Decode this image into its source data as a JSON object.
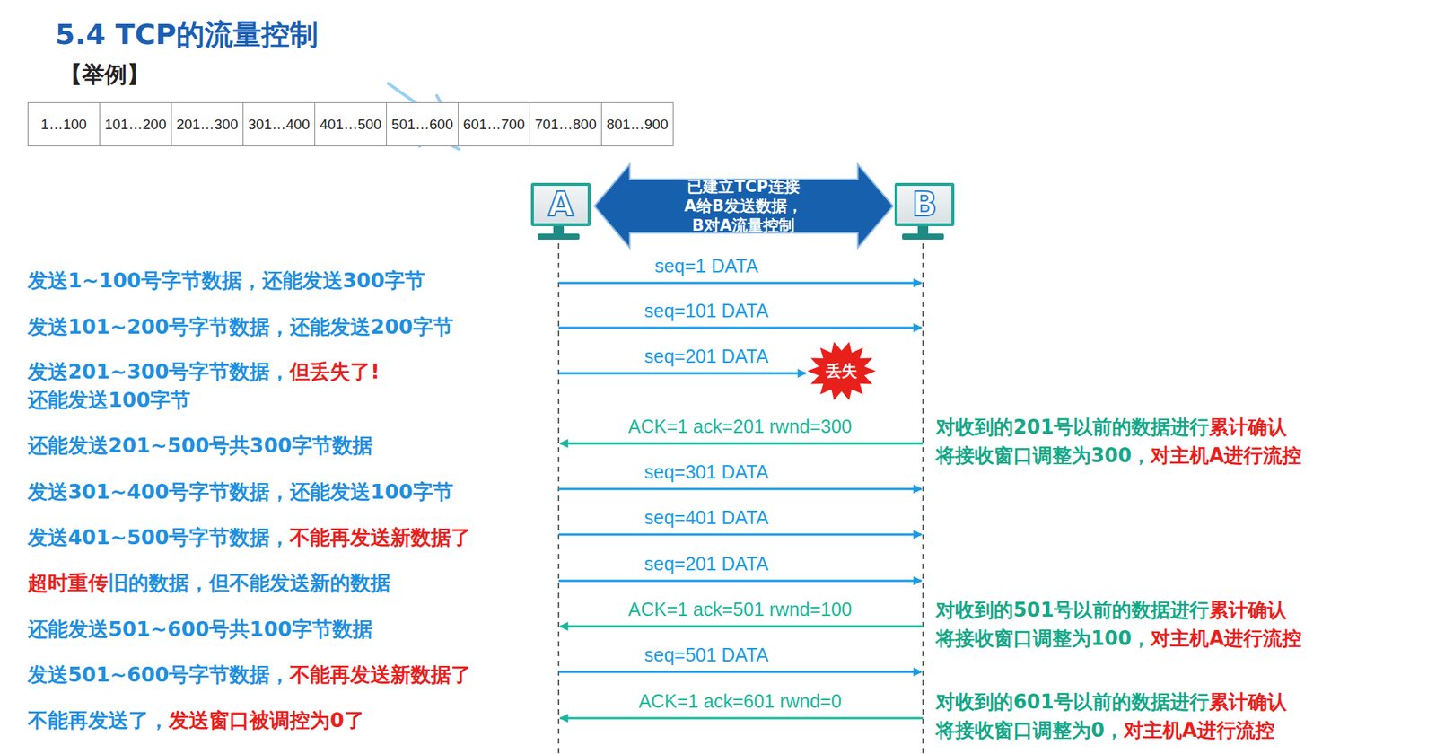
{
  "diagram": {
    "title": "5.4 TCP的流量控制",
    "nodes": [
      {
        "text": [
          "1…100"
        ]
      },
      {
        "text": [
          "101…200"
        ]
      },
      {
        "text": [
          "201…300"
        ]
      },
      {
        "text": [
          "301…400"
        ]
      },
      {
        "text": [
          "401…500"
        ]
      },
      {
        "text": [
          "501…600"
        ]
      },
      {
        "text": [
          "601…700"
        ]
      },
      {
        "text": [
          "701…800"
        ]
      },
      {
        "text": [
          "801…900"
        ]
      },
      {
        "text": [
          "A"
        ]
      },
      {
        "text": [
          "已建立TCP连接 A给B发送数据，B对A流量控制"
        ]
      },
      {
        "text": [
          "B"
        ]
      },
      {
        "text": [
          "丢失"
        ]
      }
    ],
    "labels": [
      "【举例】",
      "发送1~100号字节数据，还能发送300字节",
      "发送101~200号字节数据，还能发送200字节",
      "发送201~300号字节数据，",
      "但丢失了!",
      "还能发送100字节",
      "还能发送201~500号共300字节数据",
      "发送301~400号字节数据，还能发送100字节",
      "发送401~500号字节数据，",
      "不能再发送新数据了",
      "超时重传",
      "旧的数据，但不能发送新的数据",
      "还能发送501~600号共100字节数据",
      "发送501~600号字节数据，",
      "不能再发送新数据了",
      "不能再发送了，",
      "发送窗口被调控为0了",
      "seq=1 DATA",
      "seq=101 DATA",
      "seq=201 DATA",
      "ACK=1 ack=201 rwnd=300",
      "seq=301 DATA",
      "seq=401 DATA",
      "seq=201 DATA",
      "ACK=1 ack=501 rwnd=100",
      "seq=501 DATA",
      "ACK=1 ack=601 rwnd=0",
      "对收到的201号以前的数据进行",
      "累计确认",
      "将接收窗口调整为300，",
      "对主机A进行流控",
      "对收到的501号以前的数据进行",
      "累计确认",
      "将接收窗口调整为100，",
      "对主机A进行流控",
      "对收到的601号以前的数据进行",
      "累计确认",
      "将接收窗口调整为0，",
      "对主机A进行流控"
    ]
  }
}
